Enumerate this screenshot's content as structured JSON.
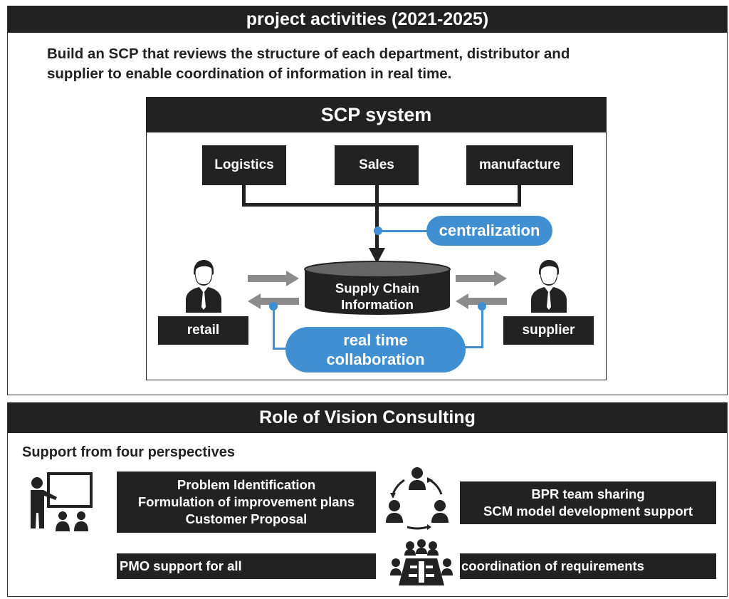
{
  "top": {
    "header": "project activities (2021-2025)",
    "intro_line1": "Build an SCP that reviews the structure of each department, distributor and",
    "intro_line2": "supplier to enable coordination of information in real time."
  },
  "scp": {
    "title": "SCP system",
    "departments": [
      "Logistics",
      "Sales",
      "manufacture"
    ],
    "centralization_label": "centralization",
    "database_line1": "Supply Chain",
    "database_line2": "Information",
    "retail_label": "retail",
    "supplier_label": "supplier",
    "collab_line1": "real time",
    "collab_line2": "collaboration"
  },
  "bottom": {
    "header": "Role of Vision Consulting",
    "subheader": "Support from four perspectives",
    "box1": [
      "Problem Identification",
      "Formulation of improvement plans",
      "Customer Proposal"
    ],
    "box2": [
      "BPR team sharing",
      "SCM model development support"
    ],
    "box3": "PMO support for all",
    "box4": "coordination of requirements"
  },
  "icons": {
    "person_left": "person-icon",
    "person_right": "person-icon",
    "presentation": "presentation-icon",
    "team_cycle": "team-cycle-icon",
    "meeting_table": "meeting-table-icon"
  },
  "colors": {
    "dark": "#222222",
    "accent": "#3f8fd2",
    "arrow_gray": "#8c8c8c"
  }
}
